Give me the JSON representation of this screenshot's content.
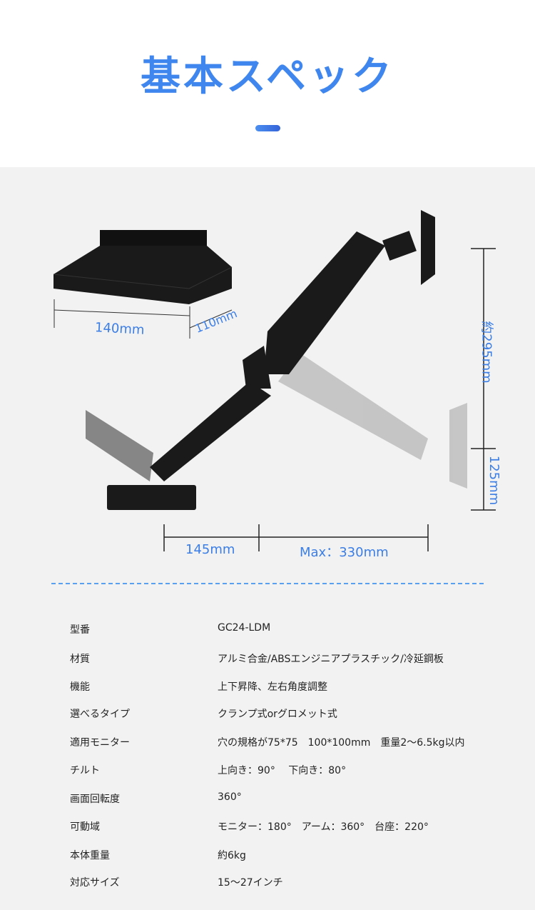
{
  "title": "基本スペック",
  "dimensions": {
    "base_width": "140mm",
    "base_depth": "110mm",
    "height_up": "約295mm",
    "height_down": "125mm",
    "arm_inner": "145mm",
    "arm_max": "Max：330mm"
  },
  "specs": [
    {
      "label": "型番",
      "value": "GC24-LDM"
    },
    {
      "label": "材質",
      "value": "アルミ合金/ABSエンジニアプラスチック/冷延鋼板"
    },
    {
      "label": "機能",
      "value": "上下昇降、左右角度調整"
    },
    {
      "label": "選べるタイプ",
      "value": "クランプ式orグロメット式"
    },
    {
      "label": "適用モニター",
      "value": "穴の規格が75*75　100*100mm　重量2〜6.5kg以内"
    },
    {
      "label": "チルト",
      "value": "上向き：90°　 下向き：80°"
    },
    {
      "label": "画面回転度",
      "value": "360°"
    },
    {
      "label": "可動域",
      "value": "モニター：180°　アーム：360°　台座：220°"
    },
    {
      "label": "本体重量",
      "value": "約6kg"
    },
    {
      "label": "対応サイズ",
      "value": "15〜27インチ"
    }
  ]
}
